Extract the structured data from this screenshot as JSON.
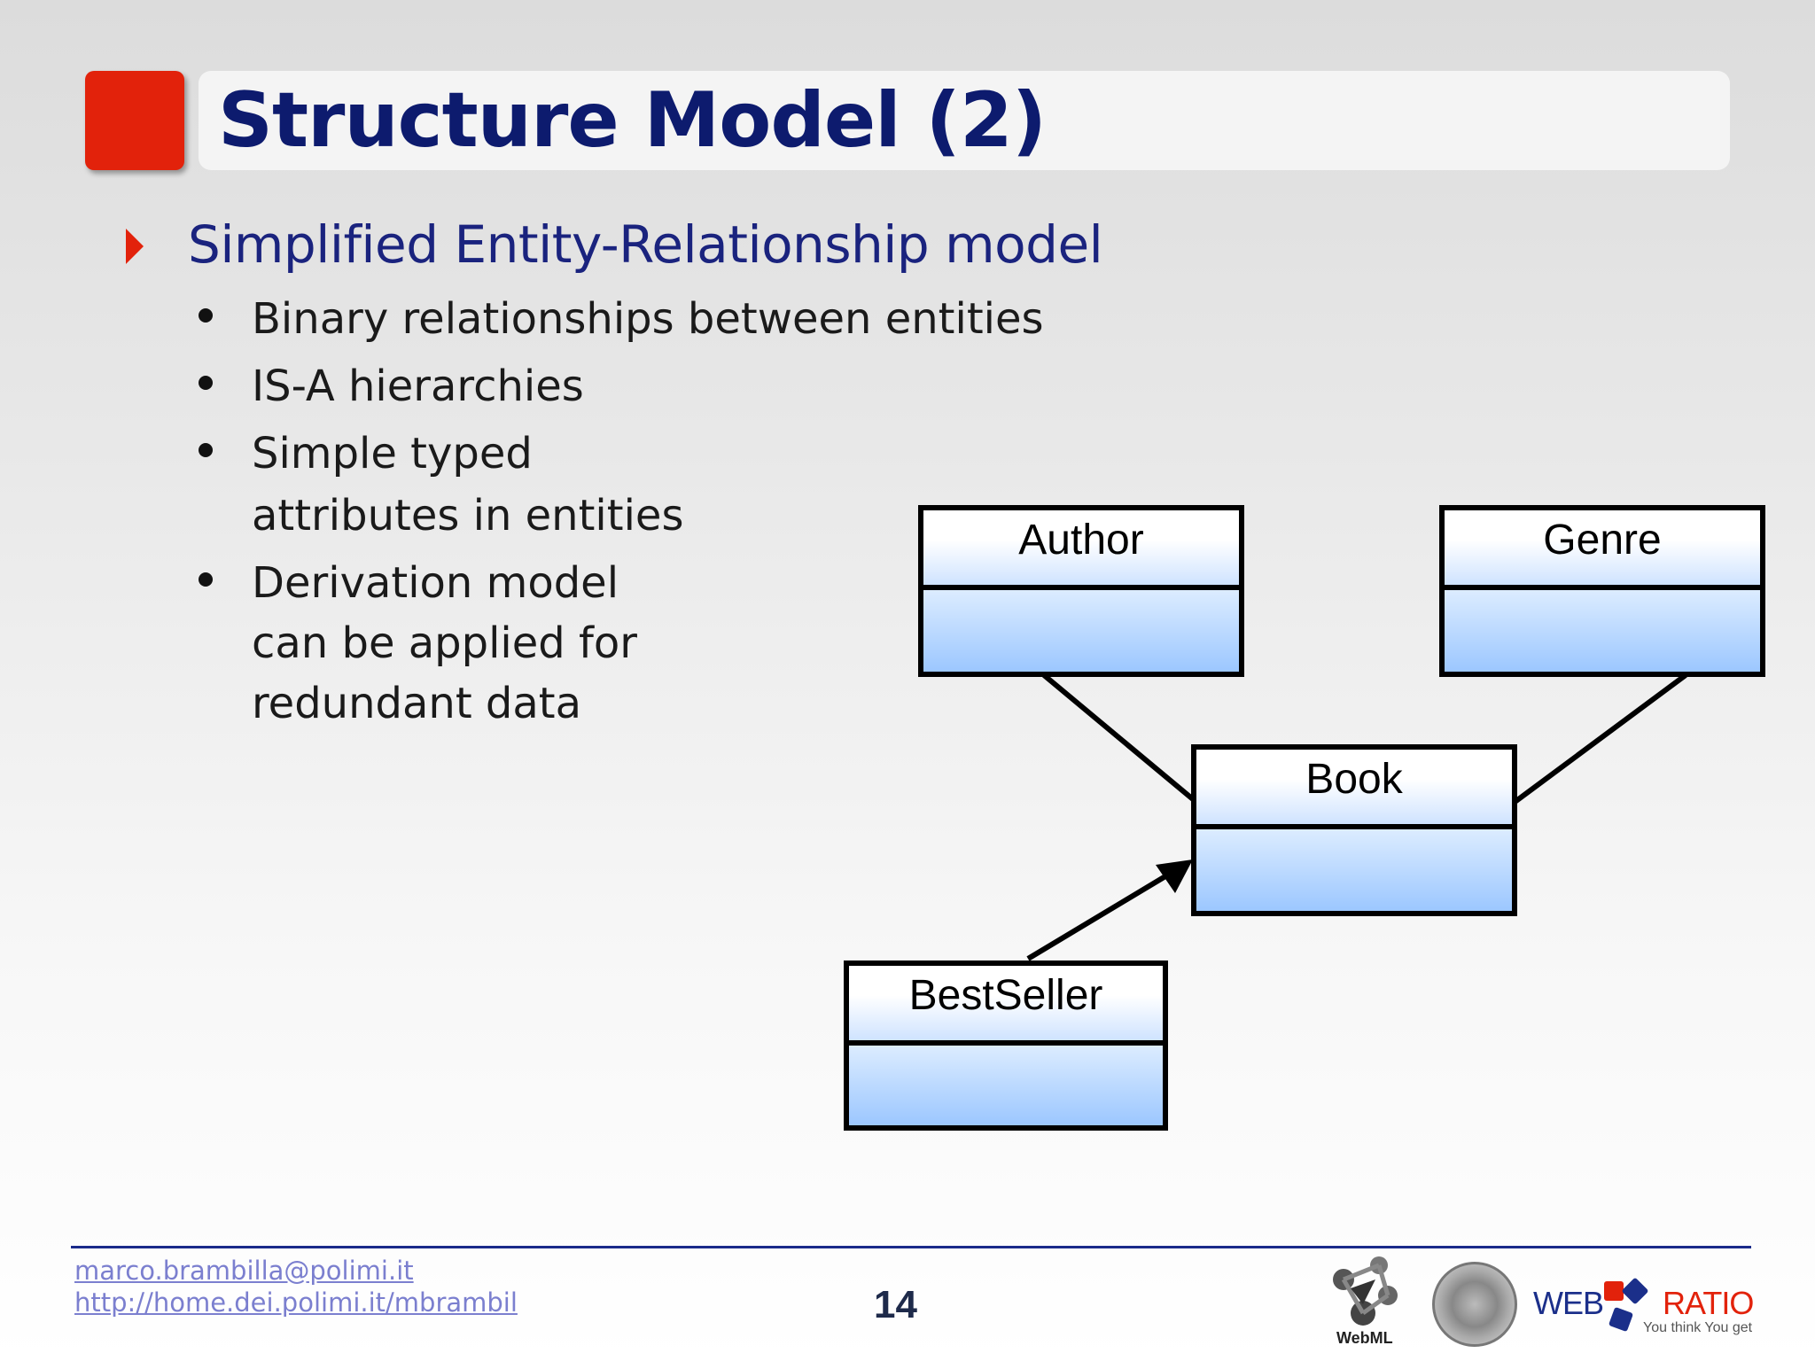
{
  "slide": {
    "title": "Structure Model (2)",
    "bullet_l1": "Simplified Entity-Relationship model",
    "bullets_l2": [
      {
        "lines": [
          "Binary relationships between entities"
        ]
      },
      {
        "lines": [
          "IS-A hierarchies"
        ]
      },
      {
        "lines": [
          "Simple typed",
          "attributes in entities"
        ]
      },
      {
        "lines": [
          "Derivation model",
          "can be applied for",
          "redundant data"
        ]
      }
    ]
  },
  "diagram": {
    "entities": {
      "author": "Author",
      "genre": "Genre",
      "book": "Book",
      "bestseller": "BestSeller"
    }
  },
  "footer": {
    "email": "marco.brambilla@polimi.it",
    "url": "http://home.dei.polimi.it/mbrambil",
    "page_number": "14",
    "logo_webml_label": "WebML",
    "logo_webratio_web": "WEB",
    "logo_webratio_ratio": "RATIO",
    "logo_webratio_tagline": "You think You get"
  }
}
